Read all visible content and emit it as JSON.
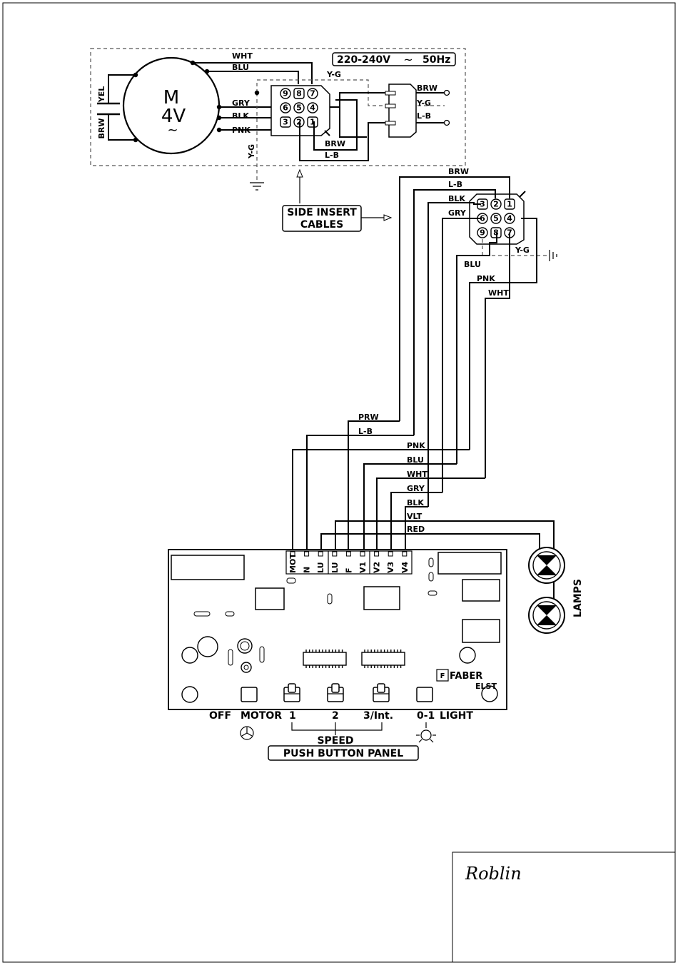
{
  "motor": {
    "symbol": "M",
    "spec": "4V",
    "wave": "~",
    "capacitor_labels": [
      "YEL",
      "BRW"
    ]
  },
  "supply": {
    "voltage": "220-240V",
    "symbol": "~",
    "frequency": "50Hz"
  },
  "motor_wires": [
    "WHT",
    "BLU",
    "GRY",
    "BLK",
    "PNK"
  ],
  "earth_label": "Y-G",
  "top_connector": {
    "pins": [
      "9",
      "8",
      "7",
      "6",
      "5",
      "4",
      "3",
      "2",
      "1"
    ],
    "lower_wires": [
      "BRW",
      "L-B"
    ]
  },
  "terminal_labels": [
    "BRW",
    "Y-G",
    "L-B"
  ],
  "side_insert": {
    "line1": "SIDE INSERT",
    "line2": "CABLES"
  },
  "right_connector": {
    "pins": [
      "3",
      "2",
      "1",
      "6",
      "5",
      "4",
      "9",
      "8",
      "7"
    ],
    "wires": [
      "BRW",
      "L-B",
      "BLK",
      "GRY",
      "BLU",
      "PNK",
      "WHT"
    ],
    "earth": "Y-G"
  },
  "bundle_labels": [
    "PRW",
    "L-B",
    "PNK",
    "BLU",
    "WHT",
    "GRY",
    "BLK",
    "VLT",
    "RED"
  ],
  "board": {
    "terminals": [
      "MOT",
      "N",
      "LU",
      "LU",
      "F",
      "V1",
      "V2",
      "V3",
      "V4"
    ],
    "brand": "FABER",
    "model": "ELST"
  },
  "lamps_label": "LAMPS",
  "buttons": {
    "off": "OFF",
    "motor": "MOTOR",
    "s1": "1",
    "s2": "2",
    "s3": "3/Int.",
    "light01": "0-1",
    "light": "LIGHT"
  },
  "speed_label": "SPEED",
  "panel_label": "PUSH BUTTON PANEL",
  "signature": "Roblin"
}
